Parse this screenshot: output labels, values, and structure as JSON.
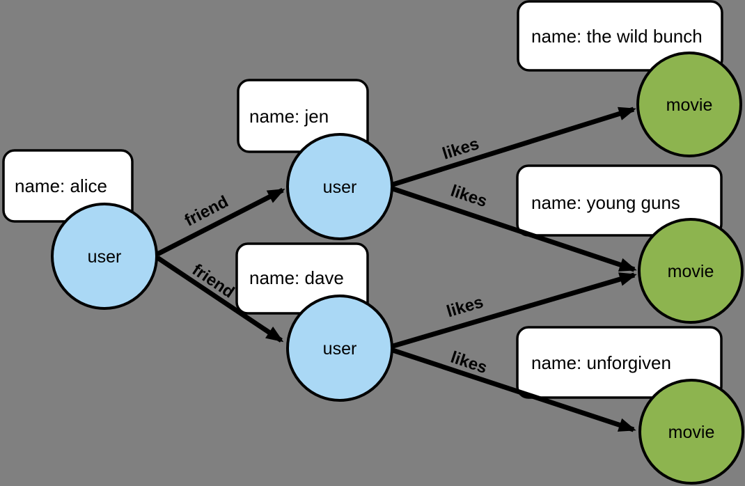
{
  "diagram": {
    "kind": "property-graph",
    "background_color": "#808080",
    "colors": {
      "user_node": "#AAD8F5",
      "movie_node": "#8DB44F",
      "node_border": "#000000",
      "property_box_bg": "#FFFFFF",
      "edge": "#000000",
      "text": "#000000"
    },
    "nodes": {
      "alice": {
        "type": "user",
        "label": "user",
        "property": "name: alice"
      },
      "jen": {
        "type": "user",
        "label": "user",
        "property": "name: jen"
      },
      "dave": {
        "type": "user",
        "label": "user",
        "property": "name: dave"
      },
      "wild_bunch": {
        "type": "movie",
        "label": "movie",
        "property": "name: the wild bunch"
      },
      "young_guns": {
        "type": "movie",
        "label": "movie",
        "property": "name: young guns"
      },
      "unforgiven": {
        "type": "movie",
        "label": "movie",
        "property": "name: unforgiven"
      }
    },
    "edges": {
      "alice_jen": {
        "from": "alice",
        "to": "jen",
        "label": "friend"
      },
      "alice_dave": {
        "from": "alice",
        "to": "dave",
        "label": "friend"
      },
      "jen_wild_bunch": {
        "from": "jen",
        "to": "wild_bunch",
        "label": "likes"
      },
      "jen_young_guns": {
        "from": "jen",
        "to": "young_guns",
        "label": "likes"
      },
      "dave_young_guns": {
        "from": "dave",
        "to": "young_guns",
        "label": "likes"
      },
      "dave_unforgiven": {
        "from": "dave",
        "to": "unforgiven",
        "label": "likes"
      }
    }
  }
}
